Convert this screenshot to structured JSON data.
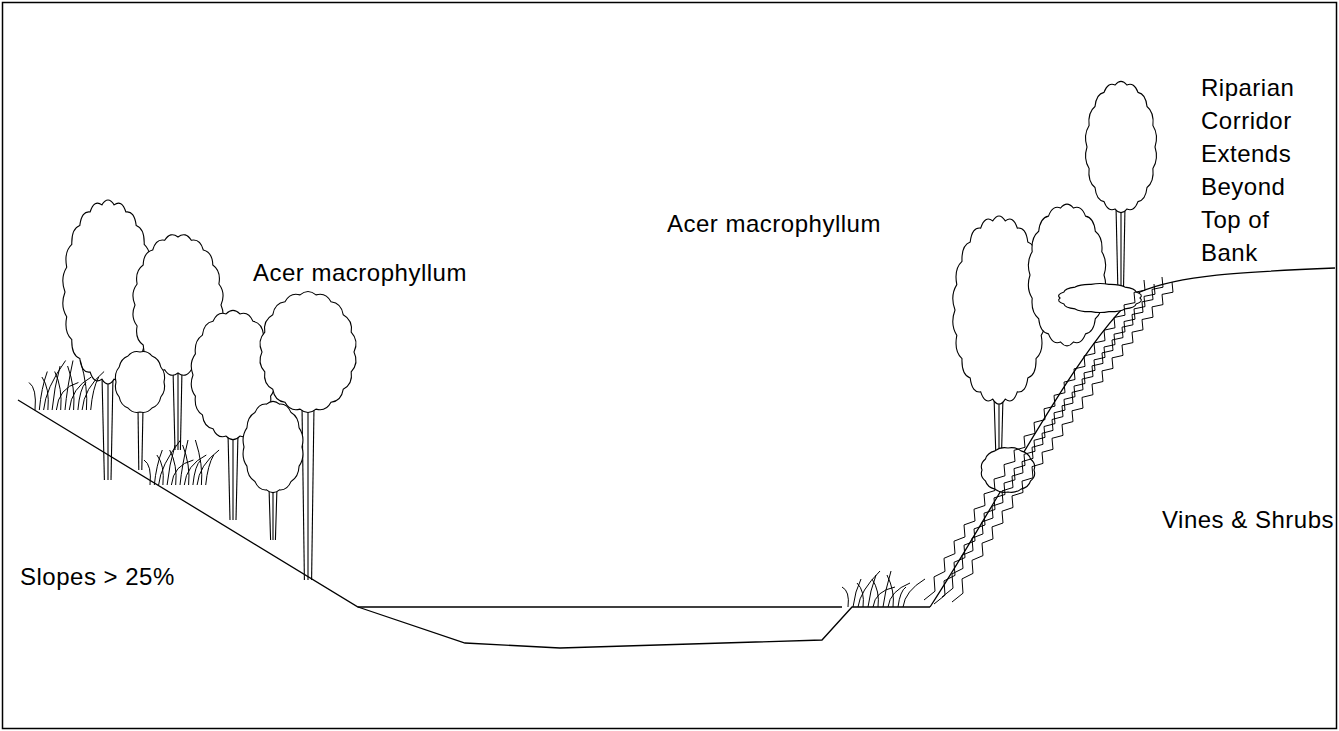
{
  "diagram": {
    "labels": [
      "Acer macrophyllum",
      "Riparian Corridor Extends Beyond Top of Bank",
      "Acer macrophyllum",
      "Vines & Shrubs",
      "Slopes > 25%"
    ]
  }
}
